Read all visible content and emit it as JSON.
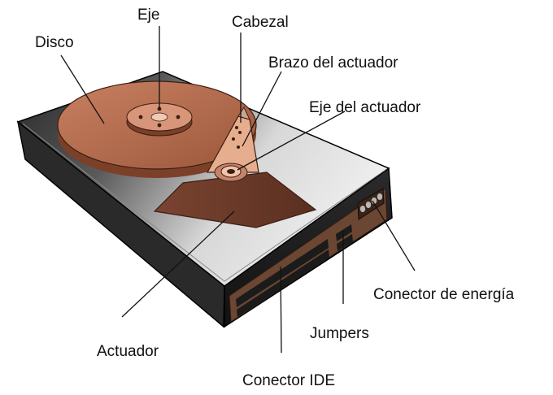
{
  "labels": {
    "eje": "Eje",
    "cabezal": "Cabezal",
    "disco": "Disco",
    "brazo_actuador": "Brazo del actuador",
    "eje_actuador": "Eje del actuador",
    "conector_energia": "Conector de energía",
    "jumpers": "Jumpers",
    "actuador": "Actuador",
    "conector_ide": "Conector IDE"
  },
  "colors": {
    "platter": "#b26a4a",
    "actuator": "#6e3c28",
    "arm": "#e3ab8c",
    "case_dark": "#1f1f1f",
    "case_light": "#c9c9c9",
    "connector_face": "#6b4632"
  }
}
